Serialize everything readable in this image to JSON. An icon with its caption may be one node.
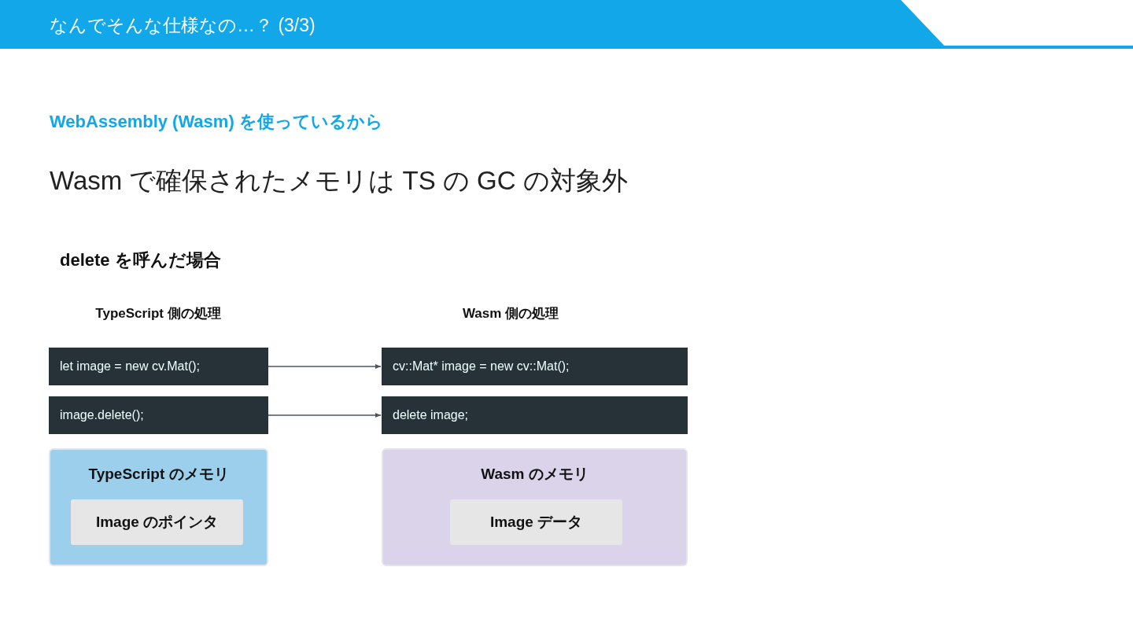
{
  "diagram": {
    "title": "なんでそんな仕様なの…？ (3/3)",
    "nodes": [
      {
        "text": [
          "let image = new cv.Mat();"
        ]
      },
      {
        "text": [
          "image.delete();"
        ]
      },
      {
        "text": [
          "cv::Mat* image = new cv::Mat();"
        ]
      },
      {
        "text": [
          "delete image;"
        ]
      },
      {
        "text": [
          "TypeScript のメモリ"
        ]
      },
      {
        "text": [
          "Image のポインタ"
        ],
        "in": 4
      },
      {
        "text": [
          "Wasm のメモリ"
        ]
      },
      {
        "text": [
          "Image データ"
        ],
        "in": 6
      }
    ],
    "edges": [
      {
        "from": 0,
        "to": 2,
        "arrow": "to"
      },
      {
        "from": 1,
        "to": 3,
        "arrow": "to"
      }
    ],
    "labels": [
      "WebAssembly (Wasm) を使っているから",
      "Wasm で確保されたメモリは TS の GC の対象外",
      "delete を呼んだ場合",
      "TypeScript 側の処理",
      "Wasm 側の処理"
    ]
  }
}
